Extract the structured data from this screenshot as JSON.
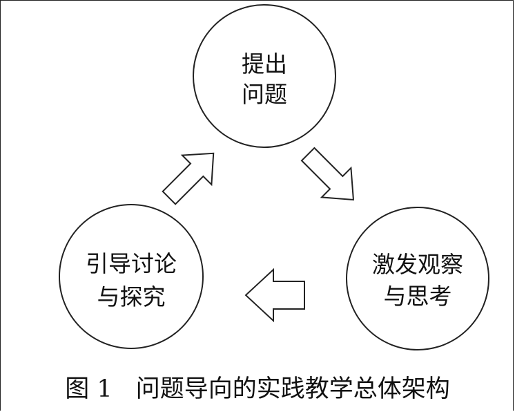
{
  "diagram": {
    "nodes": {
      "top": {
        "line1": "提出",
        "line2": "问题"
      },
      "right": {
        "line1": "激发观察",
        "line2": "与思考"
      },
      "left": {
        "line1": "引导讨论",
        "line2": "与探究"
      }
    },
    "caption": {
      "figure_number": "图 1",
      "title": "问题导向的实践教学总体架构"
    },
    "colors": {
      "stroke": "#222222",
      "text": "#111111",
      "background": "#ffffff"
    }
  }
}
